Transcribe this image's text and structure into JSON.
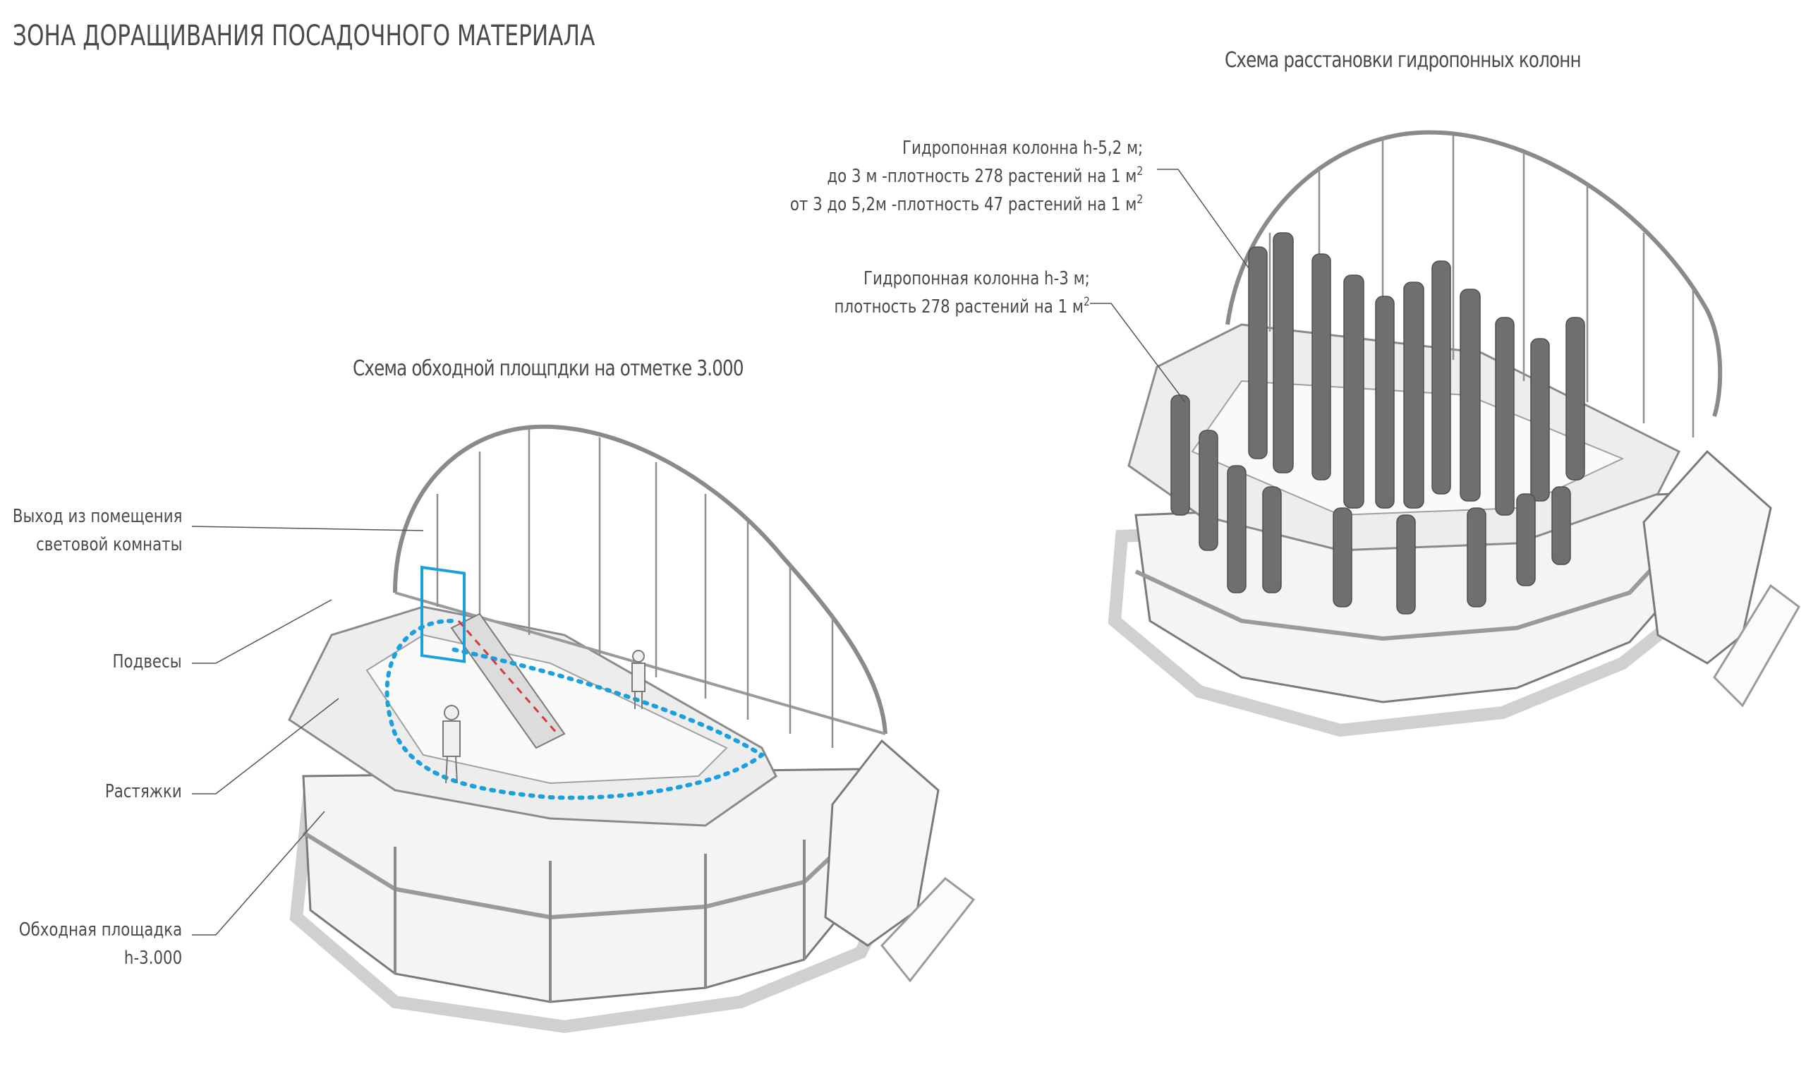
{
  "header": {
    "title": "ЗОНА ДОРАЩИВАНИЯ ПОСАДОЧНОГО МАТЕРИАЛА"
  },
  "left_scheme": {
    "title": "Схема обходной площпдки на отметке  3.000",
    "labels": [
      {
        "line1": "Выход из помещения",
        "line2": "световой комнаты"
      },
      {
        "line1": "Подвесы",
        "line2": ""
      },
      {
        "line1": "Растяжки",
        "line2": ""
      },
      {
        "line1": "Обходная площадка",
        "line2": "h-3.000"
      }
    ]
  },
  "right_scheme": {
    "title": "Схема расстановки гидропонных колонн",
    "label_tall": {
      "line1": "Гидропонная колонна h-5,2 м;",
      "line2": "до 3 м -плотность 278 растений на 1 м",
      "line3": "от 3 до 5,2м -плотность 47 растений на 1 м",
      "sup": "2"
    },
    "label_short": {
      "line1": "Гидропонная колонна h-3 м;",
      "line2": "плотность 278 растений на 1 м",
      "sup": "2"
    }
  },
  "colors": {
    "route": "#1aa0dc",
    "stair": "#d23c3c",
    "frame": "#8a8a8a",
    "ground": "#d6d6d6"
  }
}
